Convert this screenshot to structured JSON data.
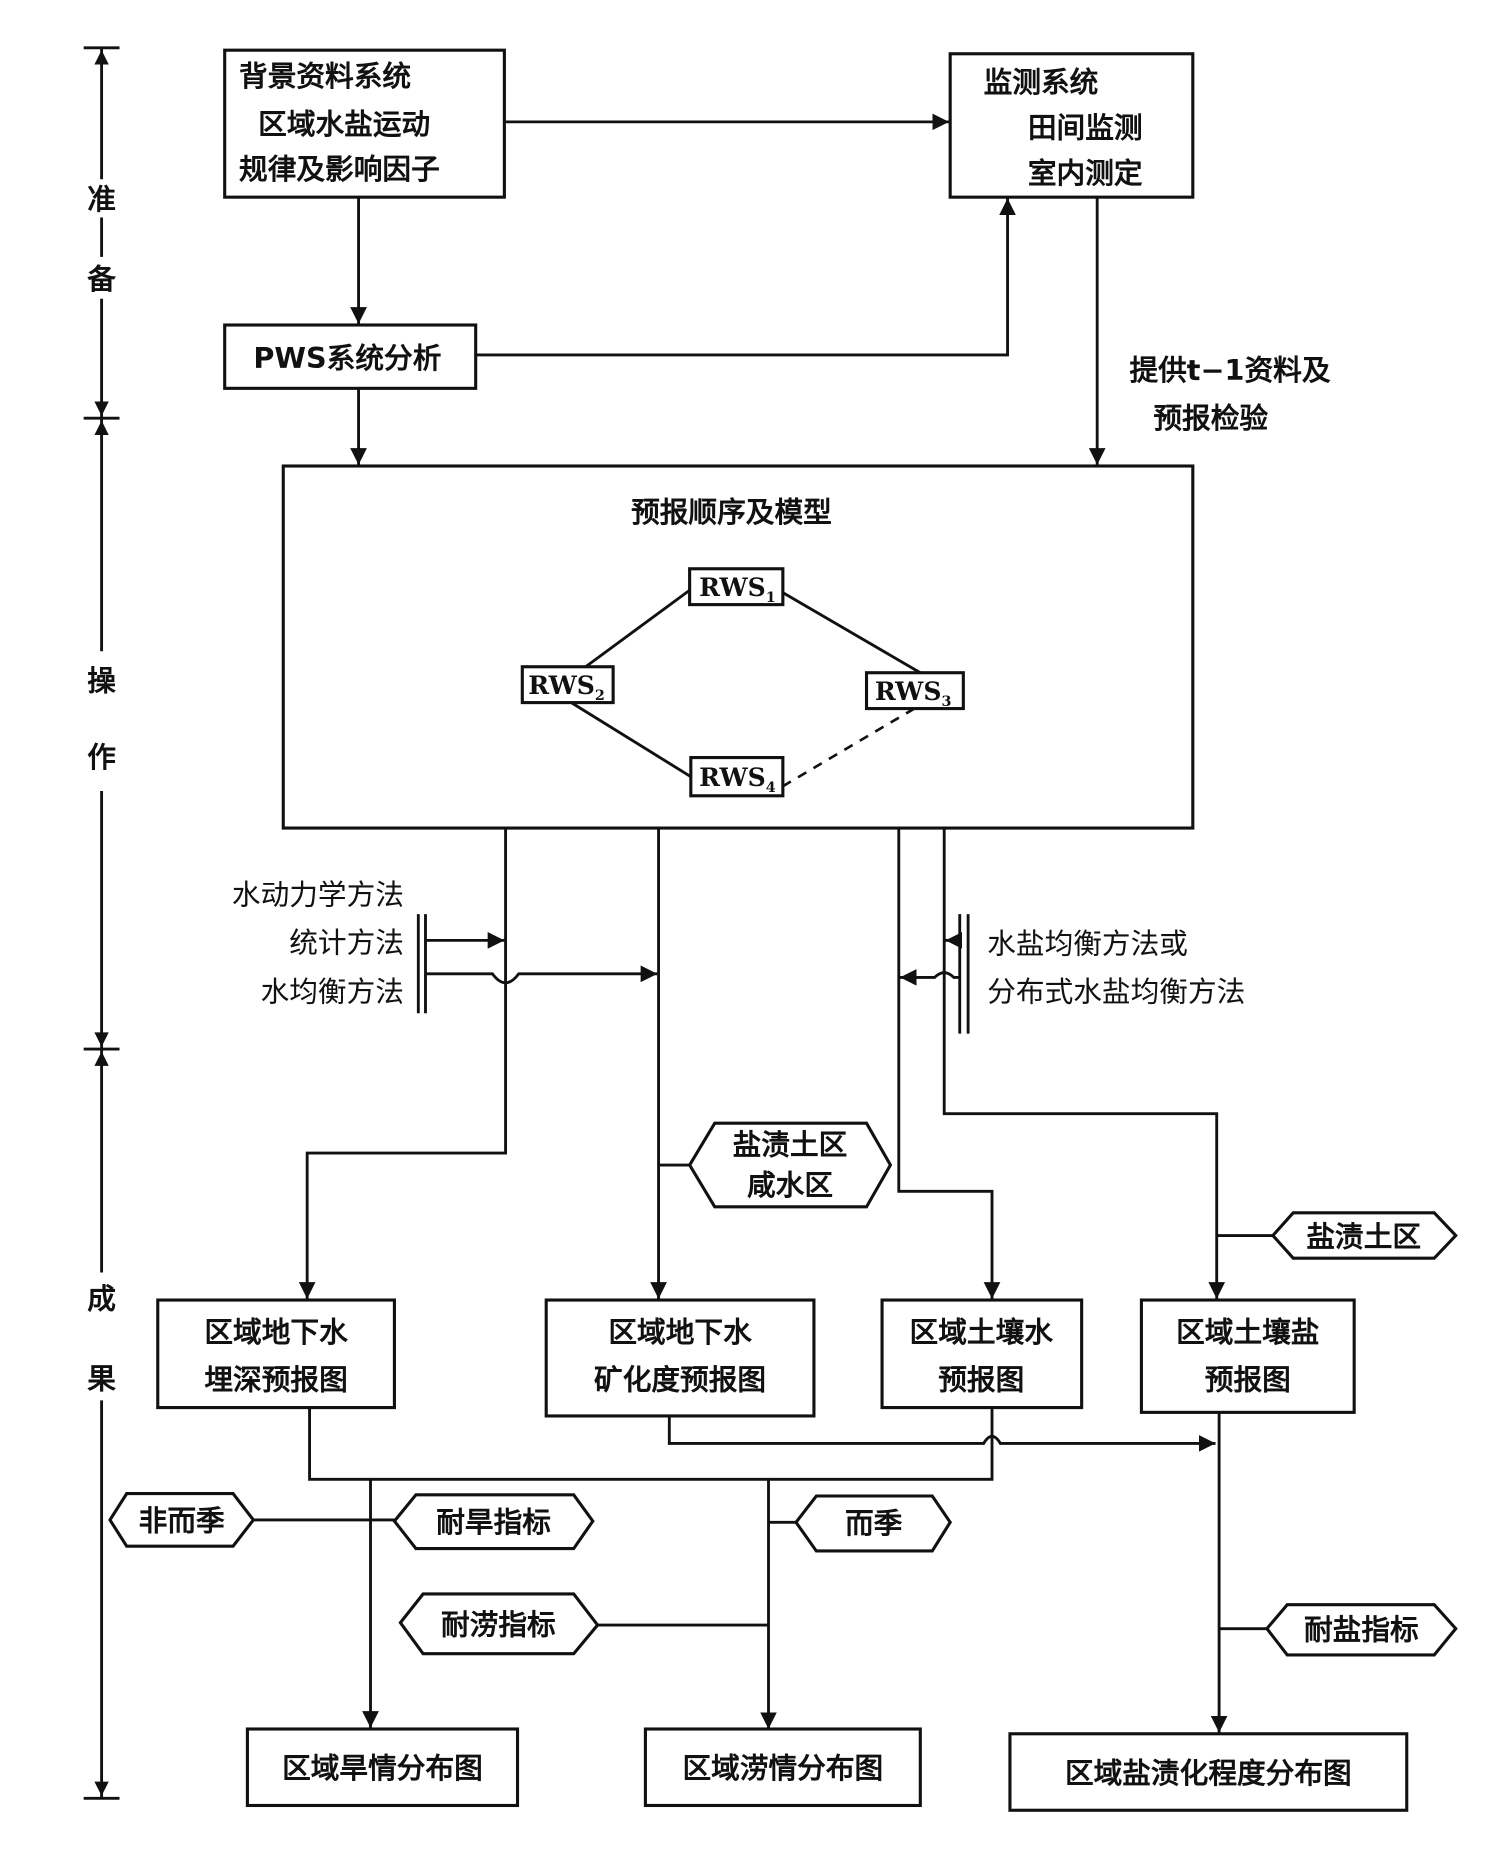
{
  "phases": [
    "准备",
    "操作",
    "成果"
  ],
  "phase_chars": {
    "prepare": [
      "准",
      "备"
    ],
    "operate": [
      "操",
      "作"
    ],
    "result": [
      "成",
      "果"
    ]
  },
  "background_box": {
    "title": "背景资料系统",
    "line1": "区域水盐运动",
    "line2": "规律及影响因子"
  },
  "monitoring_box": {
    "title": "监测系统",
    "line1": "田间监测",
    "line2": "室内测定"
  },
  "pws_box": {
    "label": "PWS系统分析"
  },
  "feedback_label": {
    "line1": "提供t−1资料及",
    "line2": "预报检验"
  },
  "forecast_box": {
    "title": "预报顺序及模型",
    "nodes": [
      {
        "base": "RWS",
        "sub": "1"
      },
      {
        "base": "RWS",
        "sub": "2"
      },
      {
        "base": "RWS",
        "sub": "3"
      },
      {
        "base": "RWS",
        "sub": "4"
      }
    ]
  },
  "methods_left": [
    "水动力学方法",
    "统计方法",
    "水均衡方法"
  ],
  "methods_right": [
    "水盐均衡方法或",
    "分布式水盐均衡方法"
  ],
  "conditions": {
    "saline_brackish": [
      "盐渍土区",
      "咸水区"
    ],
    "saline_soil": "盐渍土区",
    "non_rainy": "非而季",
    "drought_index": "耐旱指标",
    "rainy": "而季",
    "waterlog_index": "耐涝指标",
    "salt_index": "耐盐指标"
  },
  "forecast_maps": [
    {
      "line1": "区域地下水",
      "line2": "埋深预报图"
    },
    {
      "line1": "区域地下水",
      "line2": "矿化度预报图"
    },
    {
      "line1": "区域土壤水",
      "line2": "预报图"
    },
    {
      "line1": "区域土壤盐",
      "line2": "预报图"
    }
  ],
  "output_maps": [
    "区域旱情分布图",
    "区域涝情分布图",
    "区域盐渍化程度分布图"
  ]
}
